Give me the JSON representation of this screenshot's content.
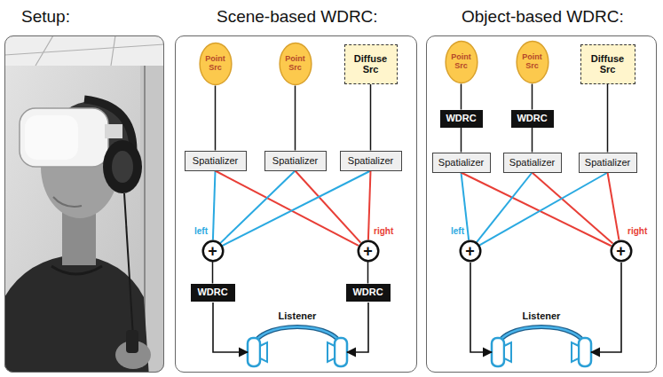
{
  "diagram": {
    "nodes": [
      {
        "text": [
          "Setup:"
        ]
      },
      {
        "text": [
          "Scene-based WDRC:"
        ]
      },
      {
        "text": [
          "Point Src"
        ],
        "in": 1
      },
      {
        "text": [
          "Point Src"
        ],
        "in": 1
      },
      {
        "text": [
          "Diffuse Src"
        ],
        "in": 1
      },
      {
        "text": [
          "Spatializer"
        ],
        "in": 1
      },
      {
        "text": [
          "Spatializer"
        ],
        "in": 1
      },
      {
        "text": [
          "Spatializer"
        ],
        "in": 1
      },
      {
        "text": [
          "+"
        ],
        "in": 1
      },
      {
        "text": [
          "+"
        ],
        "in": 1
      },
      {
        "text": [
          "WDRC"
        ],
        "in": 1
      },
      {
        "text": [
          "WDRC"
        ],
        "in": 1
      },
      {
        "text": [
          "Object-based WDRC:"
        ]
      },
      {
        "text": [
          "Point Src"
        ],
        "in": 12
      },
      {
        "text": [
          "Point Src"
        ],
        "in": 12
      },
      {
        "text": [
          "Diffuse Src"
        ],
        "in": 12
      },
      {
        "text": [
          "WDRC"
        ],
        "in": 12
      },
      {
        "text": [
          "WDRC"
        ],
        "in": 12
      },
      {
        "text": [
          "Spatializer"
        ],
        "in": 12
      },
      {
        "text": [
          "Spatializer"
        ],
        "in": 12
      },
      {
        "text": [
          "Spatializer"
        ],
        "in": 12
      },
      {
        "text": [
          "+"
        ],
        "in": 12
      },
      {
        "text": [
          "+"
        ],
        "in": 12
      }
    ],
    "edges": [
      {
        "from": 2,
        "to": 5,
        "arrow": "none"
      },
      {
        "from": 3,
        "to": 6,
        "arrow": "none"
      },
      {
        "from": 4,
        "to": 7,
        "arrow": "none"
      },
      {
        "from": 5,
        "to": 8,
        "arrow": "none"
      },
      {
        "from": 5,
        "to": 9,
        "arrow": "none"
      },
      {
        "from": 6,
        "to": 8,
        "arrow": "none"
      },
      {
        "from": 6,
        "to": 9,
        "arrow": "none"
      },
      {
        "from": 7,
        "to": 8,
        "arrow": "none"
      },
      {
        "from": 7,
        "to": 9,
        "arrow": "none"
      },
      {
        "from": 8,
        "to": 10,
        "arrow": "none"
      },
      {
        "from": 9,
        "to": 11,
        "arrow": "none"
      },
      {
        "from": 13,
        "to": 16,
        "arrow": "none"
      },
      {
        "from": 14,
        "to": 17,
        "arrow": "none"
      },
      {
        "from": 16,
        "to": 18,
        "arrow": "none"
      },
      {
        "from": 17,
        "to": 19,
        "arrow": "none"
      },
      {
        "from": 15,
        "to": 20,
        "arrow": "none"
      },
      {
        "from": 18,
        "to": 21,
        "arrow": "none"
      },
      {
        "from": 18,
        "to": 22,
        "arrow": "none"
      },
      {
        "from": 19,
        "to": 21,
        "arrow": "none"
      },
      {
        "from": 19,
        "to": 22,
        "arrow": "none"
      },
      {
        "from": 20,
        "to": 21,
        "arrow": "none"
      },
      {
        "from": 20,
        "to": 22,
        "arrow": "none"
      }
    ],
    "labels": [
      "left",
      "right",
      "Listener",
      "left",
      "right",
      "Listener"
    ]
  }
}
